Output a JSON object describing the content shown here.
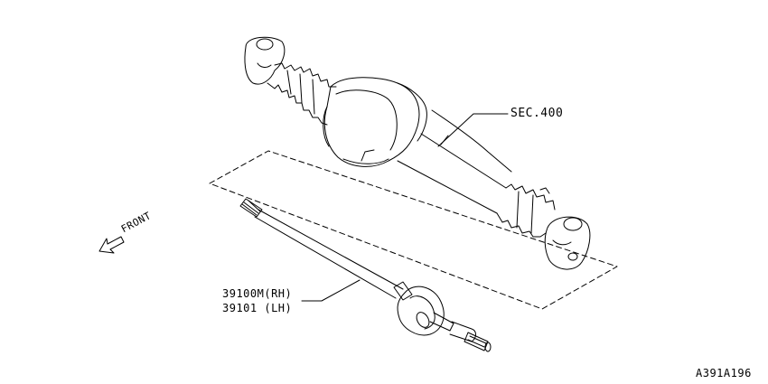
{
  "labels": {
    "section_ref": "SEC.400",
    "part_rh": "39100M(RH)",
    "part_lh": "39101 (LH)",
    "front": "FRONT",
    "diagram_code": "A391A196"
  }
}
